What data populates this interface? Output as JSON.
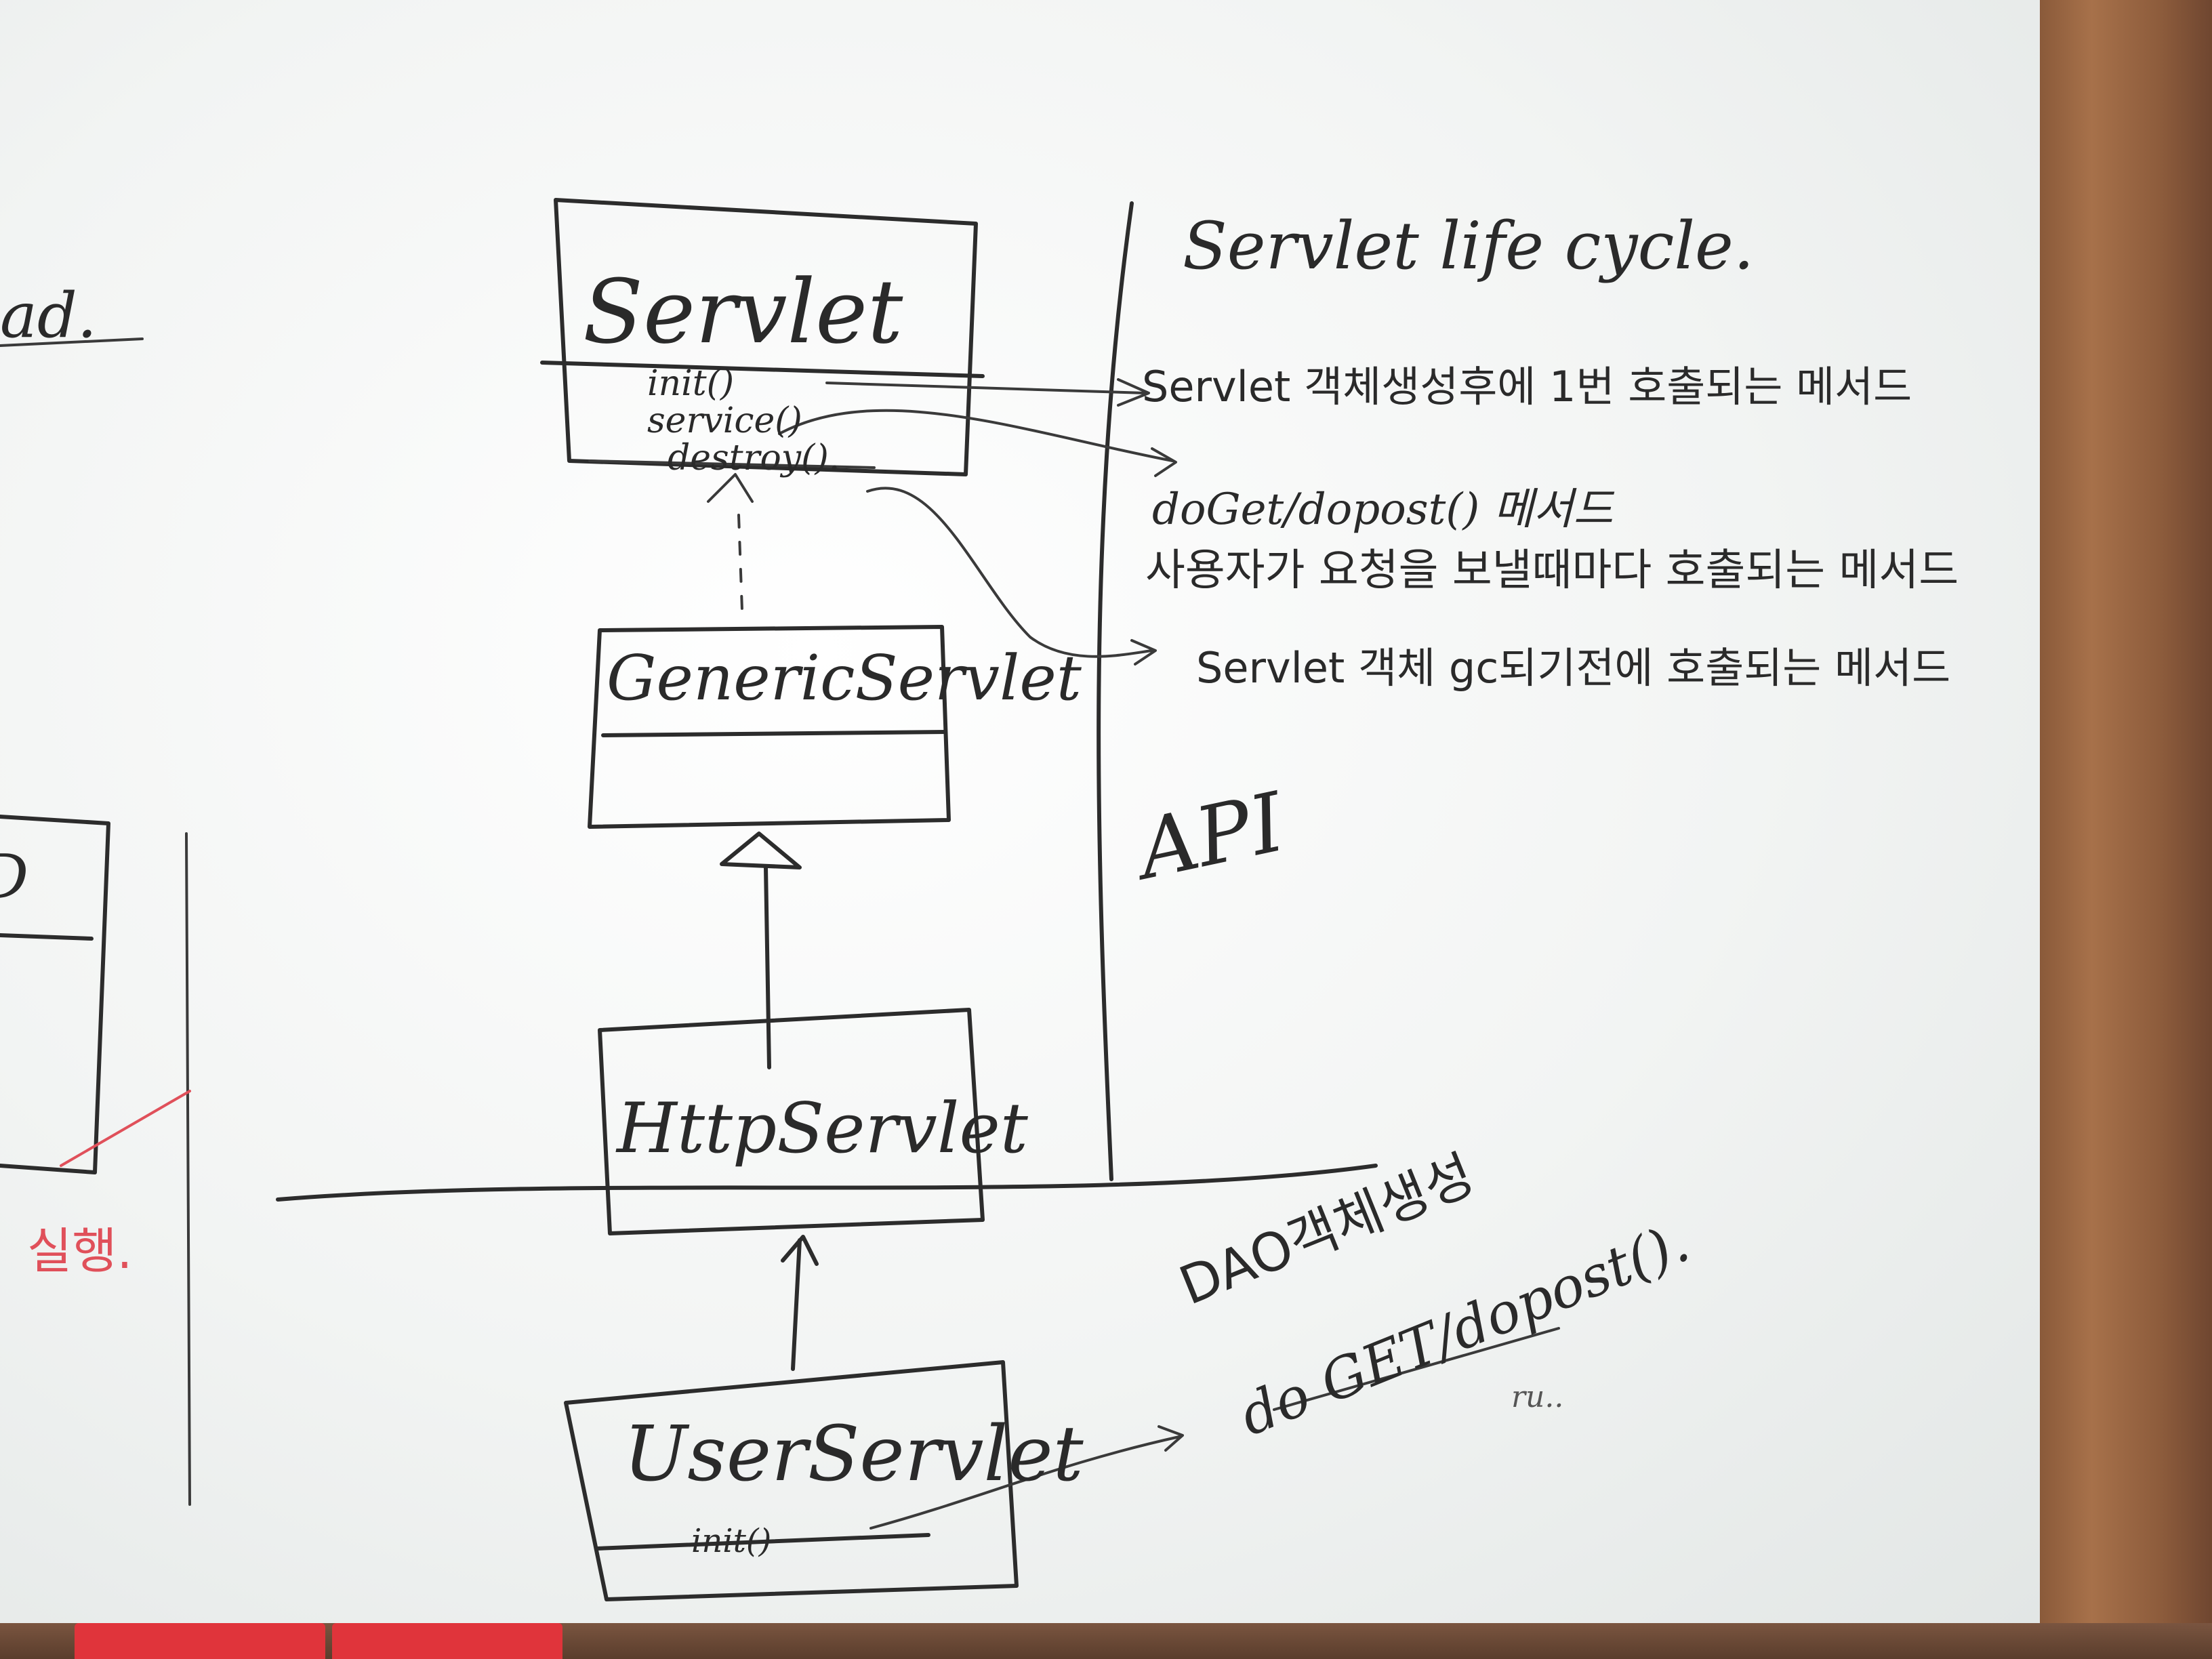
{
  "boxes": {
    "servlet": {
      "name": "Servlet",
      "methods": [
        "init()",
        "service()",
        "destroy()."
      ]
    },
    "generic_servlet": {
      "name": "GenericServlet"
    },
    "http_servlet": {
      "name": "HttpServlet"
    },
    "user_servlet": {
      "name": "UserServlet",
      "methods": [
        "init()"
      ]
    }
  },
  "right_panel": {
    "title": "Servlet life cycle.",
    "init_note": "Servlet 객체생성후에 1번 호출되는 메서드",
    "service_method": "doGet/dopost() 메서드",
    "service_note": "사용자가 요청을 보낼때마다 호출되는 메서드",
    "destroy_note": "Servlet 객체 gc되기전에 호출되는 메서드",
    "api_label": "API"
  },
  "bottom_notes": {
    "dao_note": "DAO객체생성",
    "do_methods": "do GET/dopost().",
    "stray_text": "ru.."
  },
  "left_fragments": {
    "top_text": "ad.",
    "box_text": "D",
    "red_text": "실행."
  },
  "colors": {
    "ink": "#2c2c2c",
    "red_marker": "#e0505a",
    "frame": "#8a5a3a",
    "board": "#f4f5f4"
  }
}
